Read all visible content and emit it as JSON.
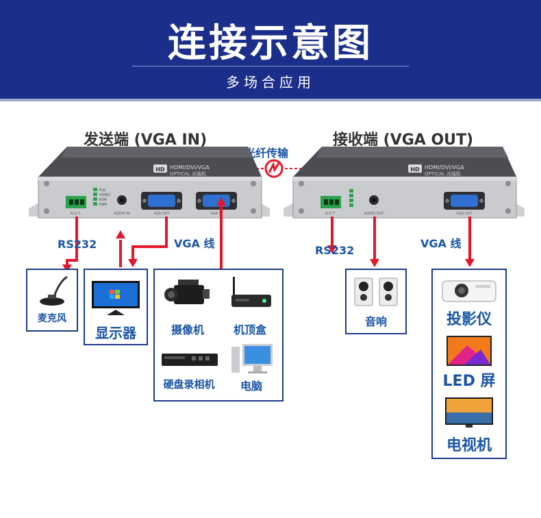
{
  "banner": {
    "title": "连接示意图",
    "subtitle": "多场合应用"
  },
  "sender": {
    "title": "发送端 (VGA IN)"
  },
  "receiver": {
    "title": "接收端 (VGA OUT)"
  },
  "fiber_label": "光纤传输",
  "device_text": {
    "brand": "HDMI/DVI/VGA",
    "sub": "OPTICAL 光端机",
    "leds": [
      "FLK",
      "VIDEO",
      "RUN",
      "PWR"
    ],
    "sender_ports": [
      "R G T",
      "AUDIO IN",
      "VGA OUT",
      "VGA IN"
    ],
    "receiver_ports": [
      "R G T",
      "AUDIO OUT",
      "VGA OUT"
    ]
  },
  "labels": {
    "rs232_left": "RS232",
    "vga_left": "VGA 线",
    "rs232_right": "RS232",
    "vga_right": "VGA 线"
  },
  "items": {
    "mic": "麦克风",
    "monitor": "显示器",
    "camera": "摄像机",
    "settop": "机顶盒",
    "dvr": "硬盘录相机",
    "pc": "电脑",
    "speaker": "音响",
    "projector": "投影仪",
    "led": "LED 屏",
    "tv": "电视机"
  },
  "colors": {
    "banner": "#1b2f8a",
    "arrow": "#e4162a",
    "label": "#1a55a6",
    "box": "#1a3a8a"
  }
}
